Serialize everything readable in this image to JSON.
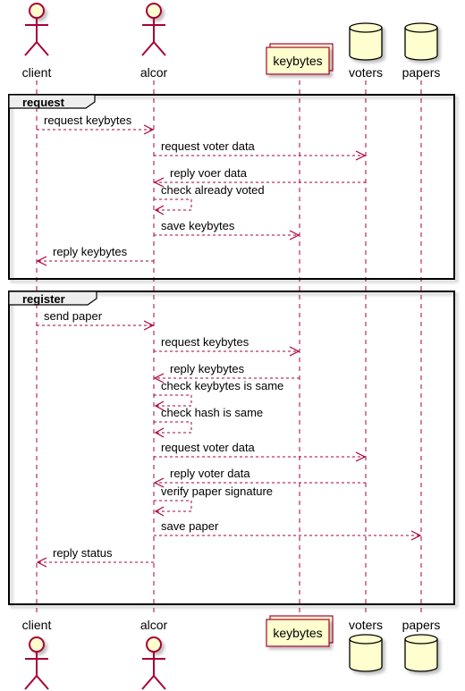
{
  "participants": [
    {
      "id": "client",
      "label": "client",
      "kind": "actor"
    },
    {
      "id": "alcor",
      "label": "alcor",
      "kind": "actor"
    },
    {
      "id": "keybytes",
      "label": "keybytes",
      "kind": "collections"
    },
    {
      "id": "voters",
      "label": "voters",
      "kind": "database"
    },
    {
      "id": "papers",
      "label": "papers",
      "kind": "database"
    }
  ],
  "groups": [
    {
      "title": "request",
      "messages": [
        {
          "from": "client",
          "to": "alcor",
          "text": "request keybytes"
        },
        {
          "from": "alcor",
          "to": "voters",
          "text": "request voter data"
        },
        {
          "from": "voters",
          "to": "alcor",
          "text": "reply voer data"
        },
        {
          "from": "alcor",
          "to": "alcor",
          "text": "check already voted"
        },
        {
          "from": "alcor",
          "to": "keybytes",
          "text": "save keybytes"
        },
        {
          "from": "alcor",
          "to": "client",
          "text": "reply keybytes"
        }
      ]
    },
    {
      "title": "register",
      "messages": [
        {
          "from": "client",
          "to": "alcor",
          "text": "send paper"
        },
        {
          "from": "alcor",
          "to": "keybytes",
          "text": "request keybytes"
        },
        {
          "from": "keybytes",
          "to": "alcor",
          "text": "reply keybytes"
        },
        {
          "from": "alcor",
          "to": "alcor",
          "text": "check keybytes is same"
        },
        {
          "from": "alcor",
          "to": "alcor",
          "text": "check hash is same"
        },
        {
          "from": "alcor",
          "to": "voters",
          "text": "request voter data"
        },
        {
          "from": "voters",
          "to": "alcor",
          "text": "reply voter data"
        },
        {
          "from": "alcor",
          "to": "alcor",
          "text": "verify paper signature"
        },
        {
          "from": "alcor",
          "to": "papers",
          "text": "save paper"
        },
        {
          "from": "alcor",
          "to": "client",
          "text": "reply status"
        }
      ]
    }
  ],
  "colors": {
    "line": "#A80036",
    "fill": "#FEFECE",
    "frame": "#000000",
    "group_header": "#EEEEEE"
  }
}
